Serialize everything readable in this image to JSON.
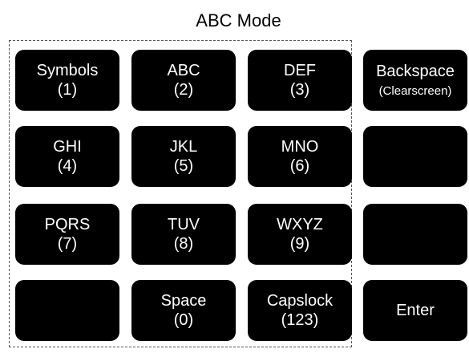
{
  "title": "ABC Mode",
  "keys": {
    "symbols": {
      "label": "Symbols",
      "sub": "(1)"
    },
    "abc": {
      "label": "ABC",
      "sub": "(2)"
    },
    "def": {
      "label": "DEF",
      "sub": "(3)"
    },
    "backspace": {
      "label": "Backspace",
      "sub": "(Clearscreen)"
    },
    "ghi": {
      "label": "GHI",
      "sub": "(4)"
    },
    "jkl": {
      "label": "JKL",
      "sub": "(5)"
    },
    "mno": {
      "label": "MNO",
      "sub": "(6)"
    },
    "pqrs": {
      "label": "PQRS",
      "sub": "(7)"
    },
    "tuv": {
      "label": "TUV",
      "sub": "(8)"
    },
    "wxyz": {
      "label": "WXYZ",
      "sub": "(9)"
    },
    "space": {
      "label": "Space",
      "sub": "(0)"
    },
    "capslock": {
      "label": "Capslock",
      "sub": "(123)"
    },
    "enter": {
      "label": "Enter"
    }
  }
}
